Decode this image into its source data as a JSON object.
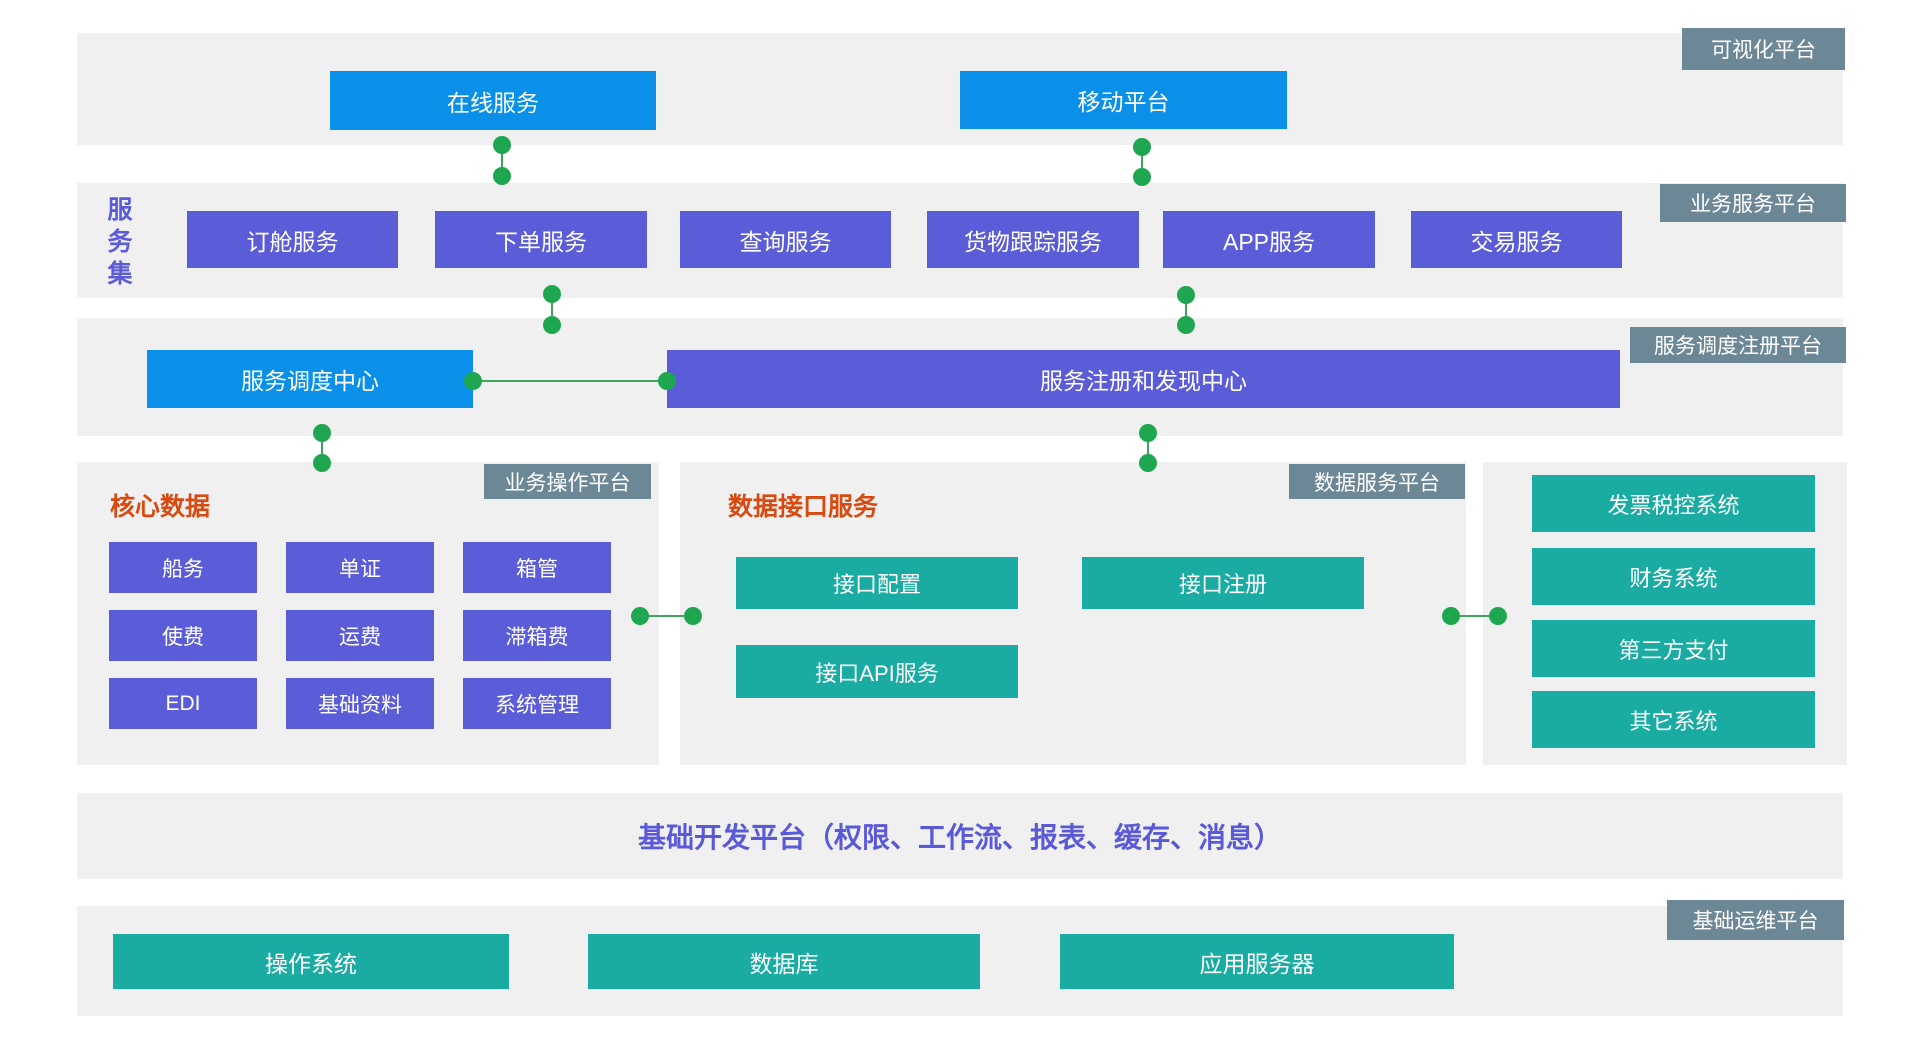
{
  "colors": {
    "band_bg": "#f0f0f0",
    "blue": "#0a90e8",
    "purple": "#5b5cd8",
    "teal": "#1aaca2",
    "label_bg": "#6c8795",
    "orange_heading": "#d84a0f",
    "green_dot": "#1ea750",
    "green_line": "#3fa45e",
    "dev_text_purple": "#5a59d8"
  },
  "visualization_band": {
    "label": "可视化平台",
    "online_service": "在线服务",
    "mobile_platform": "移动平台"
  },
  "business_band": {
    "label": "业务服务平台",
    "side_label": "服务集",
    "services": [
      "订舱服务",
      "下单服务",
      "查询服务",
      "货物跟踪服务",
      "APP服务",
      "交易服务"
    ]
  },
  "registry_band": {
    "label": "服务调度注册平台",
    "dispatch_center": "服务调度中心",
    "registry_center": "服务注册和发现中心"
  },
  "operation_panel": {
    "label": "业务操作平台",
    "heading": "核心数据",
    "modules": [
      "船务",
      "单证",
      "箱管",
      "使费",
      "运费",
      "滞箱费",
      "EDI",
      "基础资料",
      "系统管理"
    ]
  },
  "data_panel": {
    "label": "数据服务平台",
    "heading": "数据接口服务",
    "services": [
      "接口配置",
      "接口注册",
      "接口API服务"
    ]
  },
  "external_panel": {
    "systems": [
      "发票税控系统",
      "财务系统",
      "第三方支付",
      "其它系统"
    ]
  },
  "dev_band": {
    "title": "基础开发平台（权限、工作流、报表、缓存、消息）"
  },
  "ops_band": {
    "label": "基础运维平台",
    "items": [
      "操作系统",
      "数据库",
      "应用服务器"
    ]
  }
}
